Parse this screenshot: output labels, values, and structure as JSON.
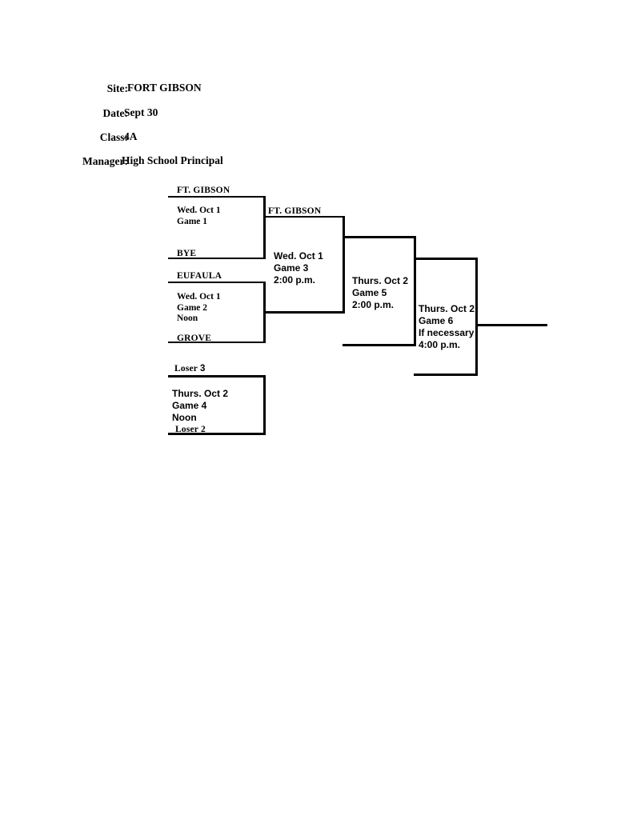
{
  "document": {
    "title": "Tournament Bracket"
  },
  "header": {
    "rows": [
      {
        "label": "Site:",
        "value": "FORT GIBSON"
      },
      {
        "label": "Date:",
        "value": "Sept 30"
      },
      {
        "label": "Class:",
        "value": "4A"
      },
      {
        "label": "Manager:",
        "value": "High School Principal"
      }
    ]
  },
  "bracket": {
    "slots": {
      "game1_top": "FT. GIBSON",
      "game1_bottom": "BYE",
      "game2_top": "EUFAULA",
      "game2_bottom": "GROVE",
      "game3_top": "FT. GIBSON",
      "game4_top_prefix": "Loser ",
      "game4_top_num": "3",
      "game4_bottom": "Loser 2"
    },
    "games": [
      {
        "id": "game-1",
        "lines": [
          "Wed. Oct 1",
          "Game 1"
        ]
      },
      {
        "id": "game-2",
        "lines": [
          "Wed. Oct 1",
          "Game 2",
          "Noon"
        ]
      },
      {
        "id": "game-3",
        "lines": [
          "Wed. Oct 1",
          "Game 3",
          "2:00 p.m."
        ]
      },
      {
        "id": "game-4",
        "lines": [
          "Thurs. Oct 2",
          "Game 4",
          "Noon"
        ]
      },
      {
        "id": "game-5",
        "lines": [
          "Thurs. Oct 2",
          "Game 5",
          "2:00 p.m."
        ]
      },
      {
        "id": "game-6",
        "lines": [
          "Thurs. Oct 2",
          "Game 6",
          "If necessary",
          "4:00 p.m."
        ]
      }
    ],
    "game1": {
      "l1": "Wed. Oct 1",
      "l2": "Game 1",
      "l3": ""
    },
    "game2": {
      "l1": "Wed. Oct 1",
      "l2": "Game 2",
      "l3": "Noon"
    },
    "game3": {
      "l1": "Wed. Oct 1",
      "l2": "Game 3",
      "l3": "2:00 p.m."
    },
    "game4": {
      "l1": "Thurs. Oct 2",
      "l2": "Game 4",
      "l3": "Noon"
    },
    "game5": {
      "l1": "Thurs. Oct 2",
      "l2": "Game 5",
      "l3": "2:00 p.m."
    },
    "game6": {
      "l1": "Thurs. Oct 2",
      "l2": "Game 6",
      "l3": "If necessary",
      "l4": "4:00 p.m."
    }
  },
  "colors": {
    "line": "#000000",
    "text": "#000000",
    "page_background": "#ffffff"
  }
}
